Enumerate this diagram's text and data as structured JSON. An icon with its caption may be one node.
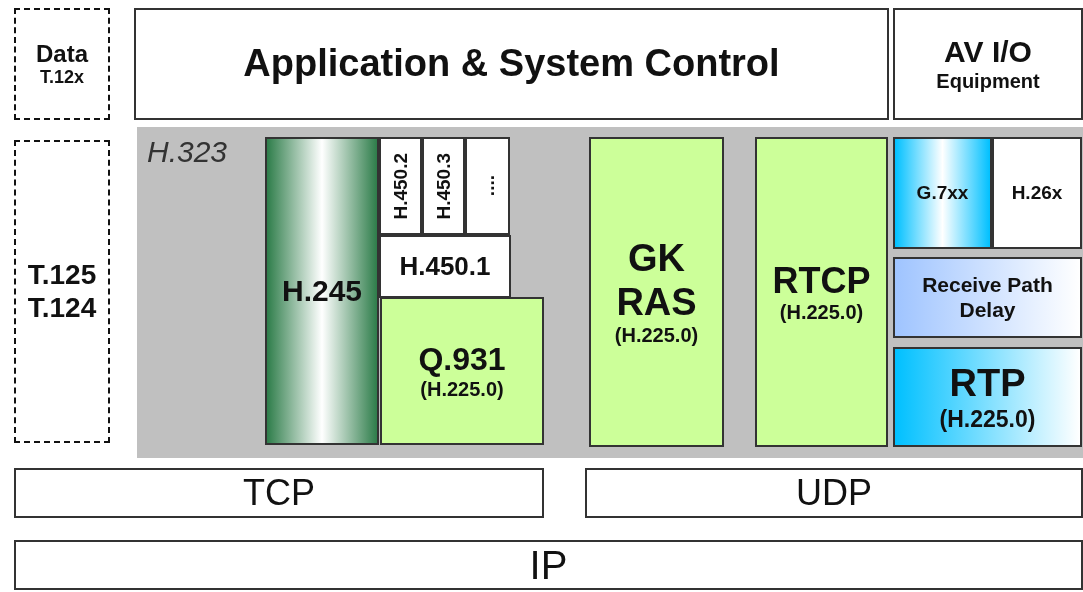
{
  "diagram": {
    "nodes": [
      {
        "text": [
          "Data",
          "T.12x"
        ]
      },
      {
        "text": [
          "Application & System Control"
        ]
      },
      {
        "text": [
          "AV I/O",
          "Equipment"
        ]
      },
      {
        "text": [
          "T.125",
          "T.124"
        ]
      },
      {
        "text": [
          "H.323"
        ]
      },
      {
        "text": [
          "H.245"
        ],
        "in": 4
      },
      {
        "text": [
          "H.450.2"
        ],
        "in": 4
      },
      {
        "text": [
          "H.450.3"
        ],
        "in": 4
      },
      {
        "text": [
          "...."
        ],
        "in": 4
      },
      {
        "text": [
          "H.450.1"
        ],
        "in": 4
      },
      {
        "text": [
          "Q.931",
          "(H.225.0)"
        ],
        "in": 4
      },
      {
        "text": [
          "GK RAS",
          "(H.225.0)"
        ],
        "in": 4
      },
      {
        "text": [
          "RTCP",
          "(H.225.0)"
        ],
        "in": 4
      },
      {
        "text": [
          "G.7xx"
        ],
        "in": 4
      },
      {
        "text": [
          "H.26x"
        ],
        "in": 4
      },
      {
        "text": [
          "Receive Path Delay"
        ],
        "in": 4
      },
      {
        "text": [
          "RTP",
          "(H.225.0)"
        ],
        "in": 4
      },
      {
        "text": [
          "TCP"
        ]
      },
      {
        "text": [
          "UDP"
        ]
      },
      {
        "text": [
          "IP"
        ]
      }
    ]
  }
}
